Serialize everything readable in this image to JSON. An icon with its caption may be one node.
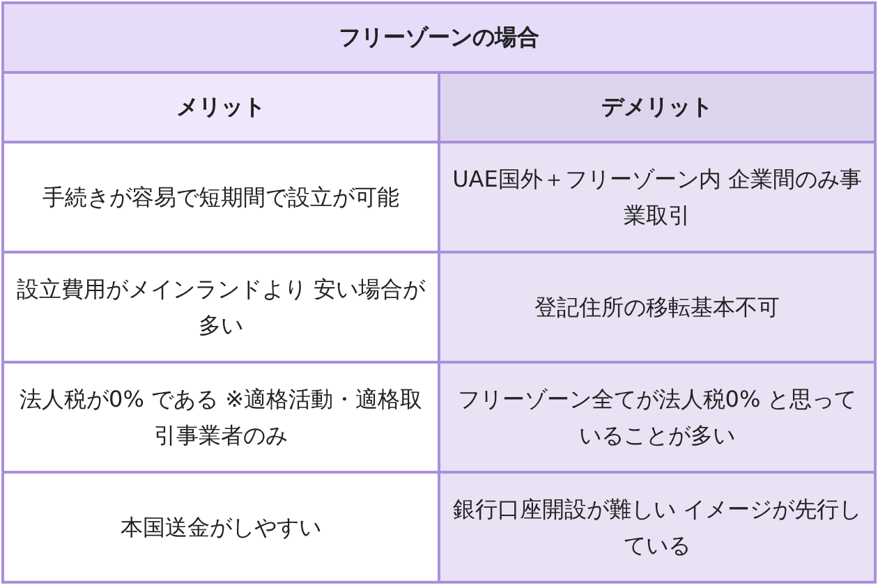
{
  "diagram": {
    "title": "フリーゾーンの場合",
    "labels": [
      "メリット",
      "デメリット",
      "手続きが容易で短期間で設立が可能",
      "UAE国外＋フリーゾーン内 企業間のみ事業取引",
      "設立費用がメインランドより 安い場合が多い",
      "登記住所の移転基本不可",
      "法人税が0% である ※適格活動・適格取引事業者のみ",
      "フリーゾーン全てが法人税0% と思っていることが多い",
      "本国送金がしやすい",
      "銀行口座開設が難しい イメージが先行している"
    ]
  }
}
